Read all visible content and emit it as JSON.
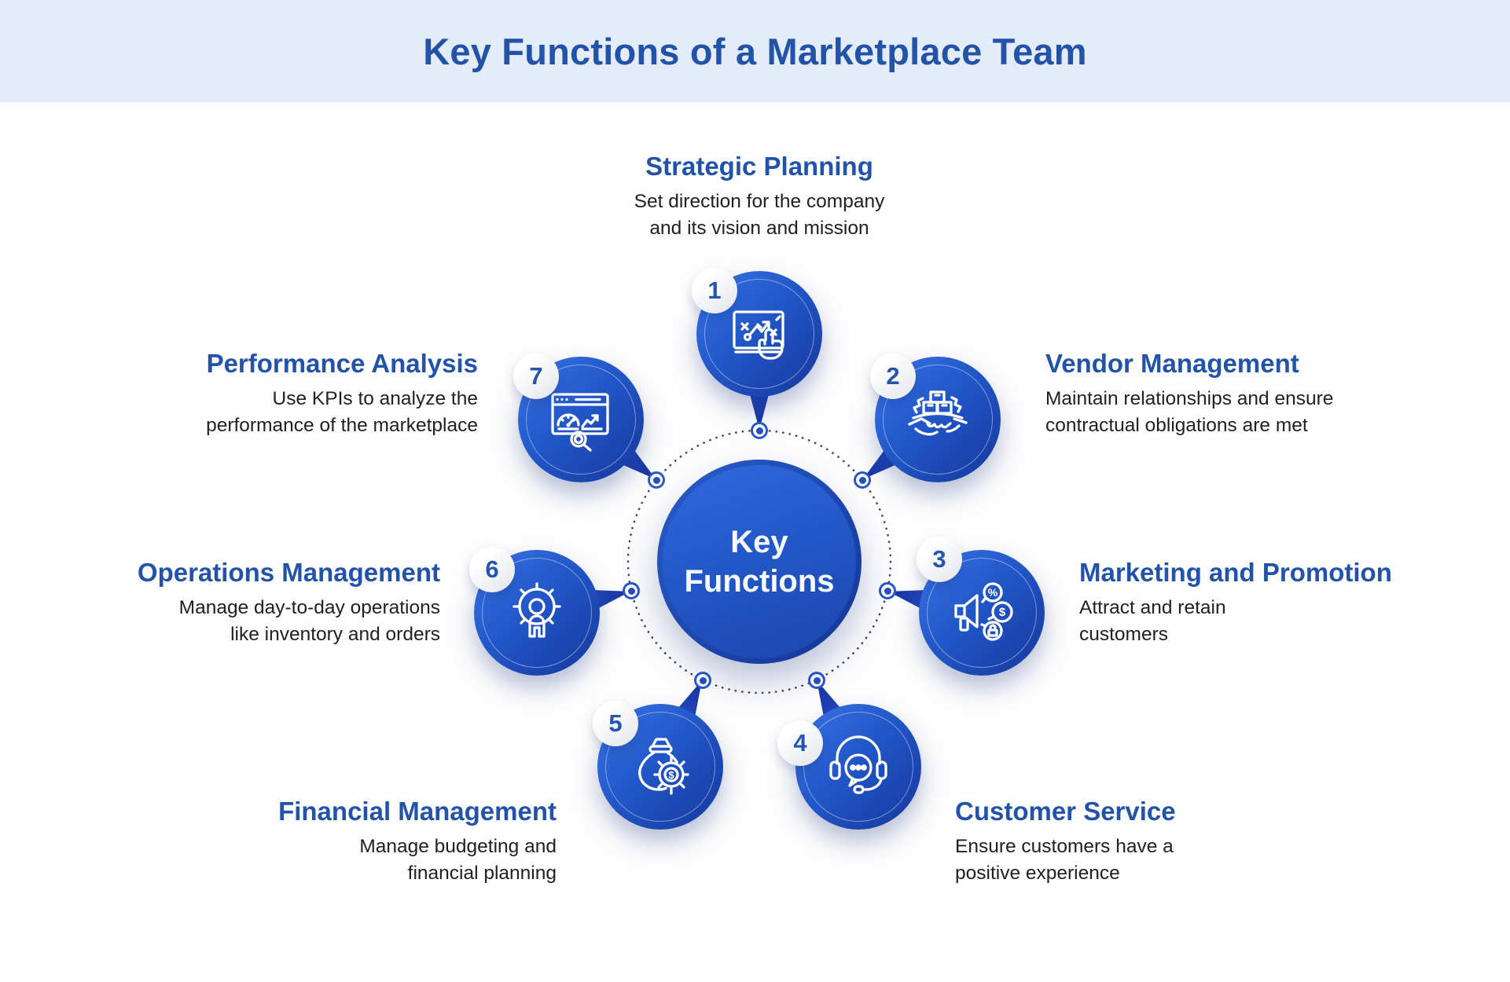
{
  "title": "Key Functions of a Marketplace Team",
  "hub": {
    "line1": "Key",
    "line2": "Functions"
  },
  "colors": {
    "banner_bg": "#e4ecfa",
    "heading_blue": "#2253a9",
    "circle_blue_light": "#3a74e8",
    "circle_blue_dark": "#16379d",
    "body_text": "#202124",
    "badge_number": "#2456b0",
    "orbit_dots": "#41444b"
  },
  "satellites": [
    {
      "num": "1",
      "title": "Strategic Planning",
      "icon": "strategy-board-tap-icon",
      "desc": [
        "Set direction for the company",
        "and its vision and mission"
      ]
    },
    {
      "num": "2",
      "title": "Vendor Management",
      "icon": "handshake-boxes-icon",
      "desc": [
        "Maintain relationships and ensure",
        "contractual obligations are met"
      ]
    },
    {
      "num": "3",
      "title": "Marketing and Promotion",
      "icon": "megaphone-offers-icon",
      "desc": [
        "Attract and retain",
        "customers"
      ]
    },
    {
      "num": "4",
      "title": "Customer Service",
      "icon": "headset-chat-icon",
      "desc": [
        "Ensure customers have a",
        "positive experience"
      ]
    },
    {
      "num": "5",
      "title": "Financial Management",
      "icon": "money-bag-gear-icon",
      "desc": [
        "Manage budgeting and",
        "financial planning"
      ]
    },
    {
      "num": "6",
      "title": "Operations Management",
      "icon": "person-gear-icon",
      "desc": [
        "Manage day-to-day operations",
        "like inventory and orders"
      ]
    },
    {
      "num": "7",
      "title": "Performance Analysis",
      "icon": "analytics-dashboard-icon",
      "desc": [
        "Use KPIs to analyze the",
        "performance of the marketplace"
      ]
    }
  ]
}
